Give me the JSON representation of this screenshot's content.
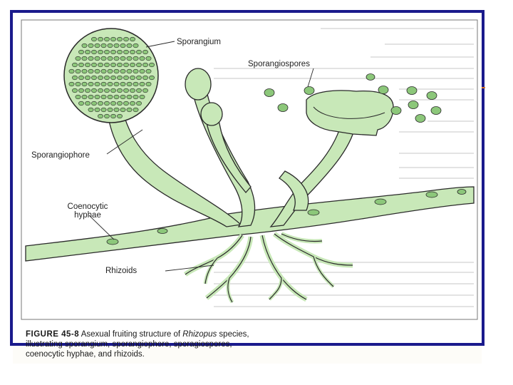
{
  "labels": {
    "sporangium": "Sporangium",
    "sporangiospores": "Sporangiospores",
    "sporangiophore": "Sporangiophore",
    "coenocytic_line1": "Coenocytic",
    "coenocytic_line2": "hyphae",
    "rhizoids": "Rhizoids"
  },
  "caption": {
    "figure_number": "FIGURE 45-8",
    "text_before_italic": " Asexual fruiting structure of ",
    "italic_text": "Rhizopus",
    "text_after_italic": " species,",
    "line2": "illustrating sporangium, sporangiophore, sporagiospores,",
    "line3": "coenocytic hyphae, and rhizoids."
  },
  "colors": {
    "frame": "#1a1a8c",
    "hyphae_fill": "#c8e8b8",
    "spore_fill": "#8cc77a",
    "outline": "#2a2a2a",
    "accent_dash": "#d9772a"
  }
}
